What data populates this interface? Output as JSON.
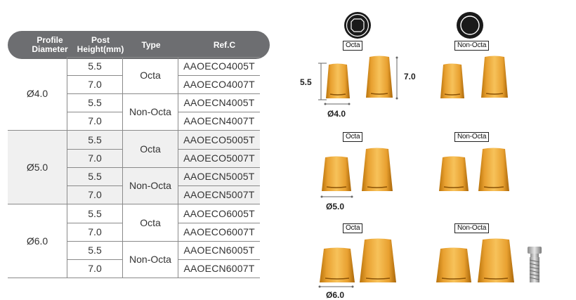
{
  "table": {
    "headers": {
      "profile_diameter": "Profile Diameter",
      "post_height": "Post Height(mm)",
      "type": "Type",
      "ref": "Ref.C"
    },
    "groups": [
      {
        "diameter": "Ø4.0",
        "rows": [
          {
            "post": "5.5",
            "ref": "AAOECO4005T"
          },
          {
            "post": "7.0",
            "ref": "AAOECO4007T"
          },
          {
            "post": "5.5",
            "ref": "AAOECN4005T"
          },
          {
            "post": "7.0",
            "ref": "AAOECN4007T"
          }
        ],
        "types": [
          "Octa",
          "Non-Octa"
        ]
      },
      {
        "diameter": "Ø5.0",
        "rows": [
          {
            "post": "5.5",
            "ref": "AAOECO5005T"
          },
          {
            "post": "7.0",
            "ref": "AAOECO5007T"
          },
          {
            "post": "5.5",
            "ref": "AAOECN5005T"
          },
          {
            "post": "7.0",
            "ref": "AAOECN5007T"
          }
        ],
        "types": [
          "Octa",
          "Non-Octa"
        ]
      },
      {
        "diameter": "Ø6.0",
        "rows": [
          {
            "post": "5.5",
            "ref": "AAOECO6005T"
          },
          {
            "post": "7.0",
            "ref": "AAOECO6007T"
          },
          {
            "post": "5.5",
            "ref": "AAOECN6005T"
          },
          {
            "post": "7.0",
            "ref": "AAOECN6007T"
          }
        ],
        "types": [
          "Octa",
          "Non-Octa"
        ]
      }
    ]
  },
  "diagram": {
    "octa_label": "Octa",
    "non_octa_label": "Non-Octa",
    "dim_height_short": "5.5",
    "dim_height_tall": "7.0",
    "dim_d4": "Ø4.0",
    "dim_d5": "Ø5.0",
    "dim_d6": "Ø6.0",
    "icons": [
      "octa-connection-icon",
      "non-octa-connection-icon"
    ],
    "colors": {
      "gold": "#e8a030",
      "table_header": "#6d6e71"
    }
  }
}
